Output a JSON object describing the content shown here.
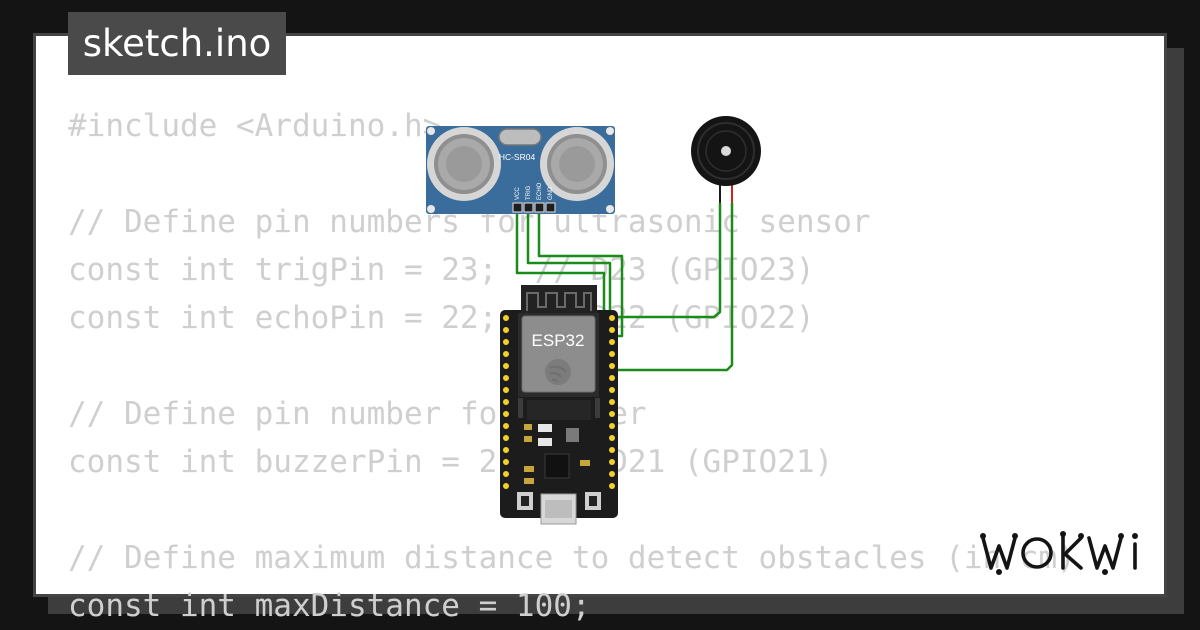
{
  "tab": {
    "filename": "sketch.ino"
  },
  "code_lines": [
    "#include <Arduino.h>",
    "",
    "// Define pin numbers for ultrasonic sensor",
    "const int trigPin = 23;  // D23 (GPIO23)",
    "const int echoPin = 22;  // D22 (GPIO22)",
    "",
    "// Define pin number for buzzer",
    "const int buzzerPin = 21; // D21 (GPIO21)",
    "",
    "// Define maximum distance to detect obstacles (in cm)",
    "const int maxDistance = 100;"
  ],
  "components": {
    "sensor": {
      "model": "HC-SR04",
      "pins": [
        "VCC",
        "TRIG",
        "ECHO",
        "GND"
      ]
    },
    "board": {
      "label": "ESP32",
      "buttons": [
        "EN",
        "BOOT"
      ]
    },
    "buzzer": {
      "name": "buzzer"
    }
  },
  "brand": {
    "logo_text": "WOKWI"
  },
  "colors": {
    "background": "#141414",
    "card": "#ffffff",
    "tab": "#4a4a4a",
    "code_text": "#cfcfcf",
    "wire": "#1a8c1a",
    "sensor_board": "#3a6d9b",
    "esp_board": "#1c1c1c",
    "pin_header": "#f2d02a"
  }
}
